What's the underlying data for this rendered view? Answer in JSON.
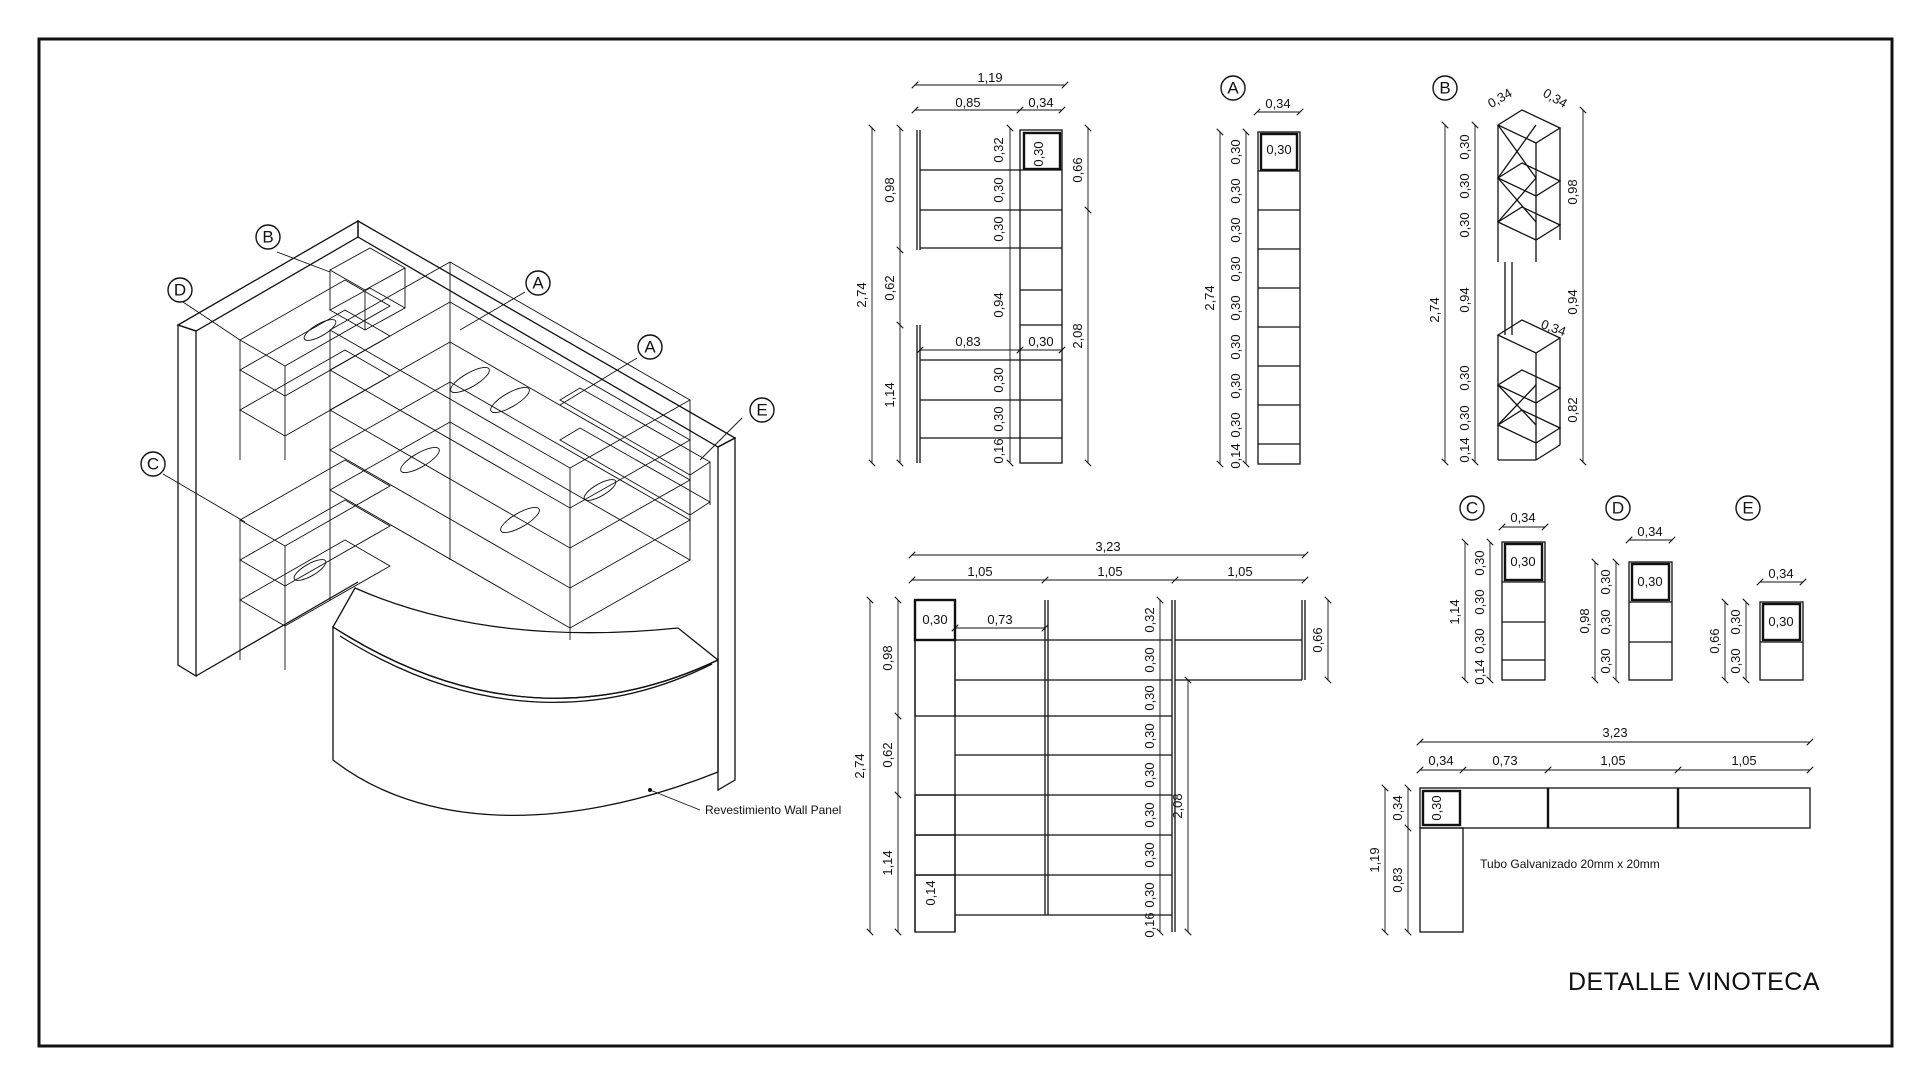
{
  "title": "DETALLE VINOTECA",
  "iso_labels": {
    "panel": "Revestimiento Wall Panel",
    "tags": [
      "A",
      "A",
      "B",
      "C",
      "D",
      "E"
    ]
  },
  "front_elevation": {
    "top_total": "1,19",
    "top_a": "0,85",
    "top_b": "0,34",
    "left_upper": "0,98",
    "left_mid": "0,62",
    "left_lower": "1,14",
    "left_total": "2,74",
    "right_upper": "0,66",
    "right_lower": "2,08",
    "shelf_width": "0,83",
    "col_width": "0,30",
    "inner": [
      "0,32",
      "0,30",
      "0,30",
      "0,94",
      "0,30",
      "0,30",
      "0,16"
    ],
    "box": "0,30"
  },
  "detail_a": {
    "tag": "A",
    "width": "0,34",
    "box": "0,30",
    "total": "2,74",
    "rows": [
      "0,30",
      "0,30",
      "0,30",
      "0,30",
      "0,30",
      "0,30",
      "0,30",
      "0,30",
      "0,14"
    ]
  },
  "detail_b": {
    "tag": "B",
    "w1": "0,34",
    "w2": "0,34",
    "w3": "0,34",
    "total": "2,74",
    "left": [
      "0,30",
      "0,30",
      "0,30",
      "0,94",
      "0,30",
      "0,30",
      "0,14"
    ],
    "right": [
      "0,98",
      "0,94",
      "0,82"
    ]
  },
  "detail_c": {
    "tag": "C",
    "width": "0,34",
    "box": "0,30",
    "total": "1,14",
    "rows": [
      "0,30",
      "0,30",
      "0,30",
      "0,14"
    ]
  },
  "detail_d": {
    "tag": "D",
    "width": "0,34",
    "box": "0,30",
    "total": "0,98",
    "rows": [
      "0,30",
      "0,30",
      "0,30"
    ]
  },
  "detail_e": {
    "tag": "E",
    "width": "0,34",
    "box": "0,30",
    "total": "0,66",
    "rows": [
      "0,30",
      "0,30"
    ]
  },
  "side_elevation": {
    "total": "3,23",
    "segments": [
      "1,05",
      "1,05",
      "1,05"
    ],
    "box": "0,30",
    "shelf": "0,73",
    "left_upper": "0,98",
    "left_mid": "0,62",
    "left_lower": "1,14",
    "left_total": "2,74",
    "low_box": "0,14",
    "right_column": [
      "0,32",
      "0,30",
      "0,30",
      "0,30",
      "0,30",
      "0,30",
      "0,30",
      "0,30",
      "0,16"
    ],
    "right_upper": "0,66",
    "right_lower": "2,08"
  },
  "plan": {
    "total": "3,23",
    "segments": [
      "0,34",
      "0,73",
      "1,05",
      "1,05"
    ],
    "left_total": "1,19",
    "left_a": "0,34",
    "left_b": "0,83",
    "box": "0,30",
    "note": "Tubo Galvanizado 20mm x 20mm"
  }
}
